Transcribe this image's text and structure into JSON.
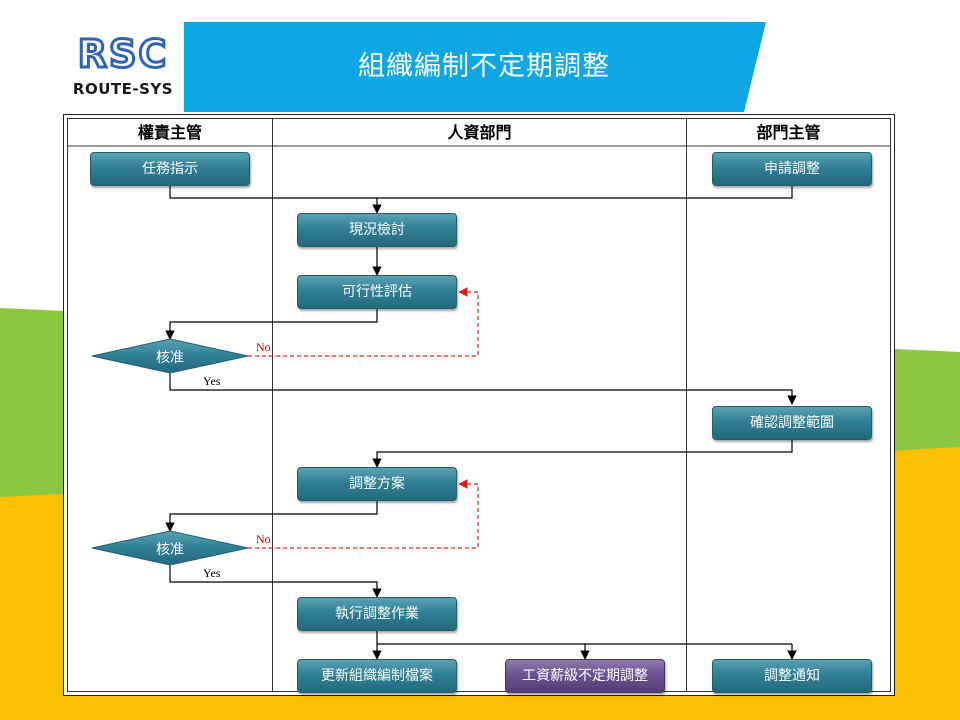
{
  "slide": {
    "title": "組織編制不定期調整",
    "logo_letters": "RSC",
    "logo_text": "ROUTE-SYS"
  },
  "colors": {
    "banner": "#0ea7e6",
    "green": "#8ac640",
    "yellow": "#f8c000",
    "box": "#2f7f95",
    "box_highlight": "#6b4f8e",
    "no_arrow": "#e02020"
  },
  "lanes": [
    "權責主管",
    "人資部門",
    "部門主管"
  ],
  "boxes": {
    "task_instruction": "任務指示",
    "apply_adjust": "申請調整",
    "status_review": "現況檢討",
    "feasibility": "可行性評估",
    "confirm_scope": "確認調整範圍",
    "adjust_plan": "調整方案",
    "execute": "執行調整作業",
    "update_files": "更新組織編制檔案",
    "salary_adjust": "工資薪級不定期調整",
    "notify": "調整通知"
  },
  "decisions": {
    "approve_1": "核准",
    "approve_2": "核准"
  },
  "flow_labels": {
    "no_1": "No",
    "yes_1": "Yes",
    "no_2": "No",
    "yes_2": "Yes"
  }
}
